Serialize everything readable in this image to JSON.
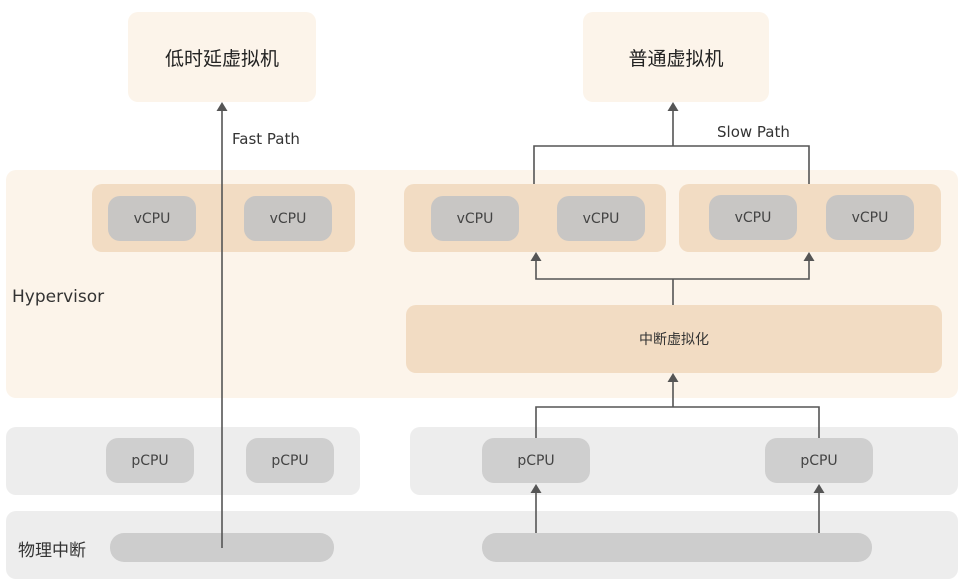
{
  "vms": {
    "low_latency": "低时延虚拟机",
    "normal": "普通虚拟机"
  },
  "paths": {
    "fast": "Fast Path",
    "slow": "Slow Path"
  },
  "layers": {
    "hypervisor": "Hypervisor",
    "physical_interrupt": "物理中断"
  },
  "vcpu_label": "vCPU",
  "pcpu_label": "pCPU",
  "interrupt_virtualization": "中断虚拟化",
  "colors": {
    "vm_box": "#fcf4ea",
    "group": "#f2dcc3",
    "vcpu": "#c8c6c4",
    "pcpu_band": "#ededed",
    "pcpu": "#cfcfcf",
    "arrow": "#555555"
  }
}
